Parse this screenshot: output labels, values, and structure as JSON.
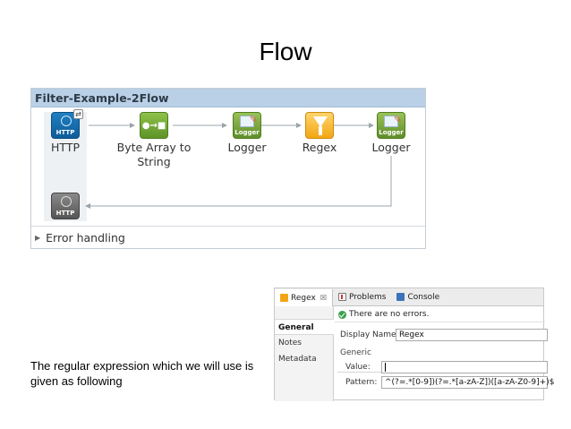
{
  "slide": {
    "title": "Flow",
    "caption": "The regular expression which we will use is given as following"
  },
  "flow": {
    "name": "Filter-Example-2Flow",
    "nodes": [
      {
        "label": "HTTP",
        "icon": "http-endpoint-icon",
        "icon_text": "HTTP"
      },
      {
        "label": "Byte Array to String",
        "icon": "byte-array-transformer-icon",
        "icon_text": "●→■"
      },
      {
        "label": "Logger",
        "icon": "logger-icon",
        "icon_text": "Logger"
      },
      {
        "label": "Regex",
        "icon": "regex-filter-icon",
        "icon_text": ""
      },
      {
        "label": "Logger",
        "icon": "logger-icon",
        "icon_text": "Logger"
      }
    ],
    "response_icon_text": "HTTP",
    "error_handling": "Error handling"
  },
  "properties": {
    "tabs": [
      {
        "label": "Regex",
        "icon": "regex-tab-icon",
        "close": "☒"
      },
      {
        "label": "Problems",
        "icon": "problems-icon"
      },
      {
        "label": "Console",
        "icon": "console-icon"
      }
    ],
    "nav": [
      "General",
      "Notes",
      "Metadata"
    ],
    "status": "There are no errors.",
    "display_name_label": "Display Name:",
    "display_name_value": "Regex",
    "group_label": "Generic",
    "value_label": "Value:",
    "value_value": "",
    "pattern_label": "Pattern:",
    "pattern_value": "^(?=.*[0-9])(?=.*[a-zA-Z])([a-zA-Z0-9]+)$"
  }
}
